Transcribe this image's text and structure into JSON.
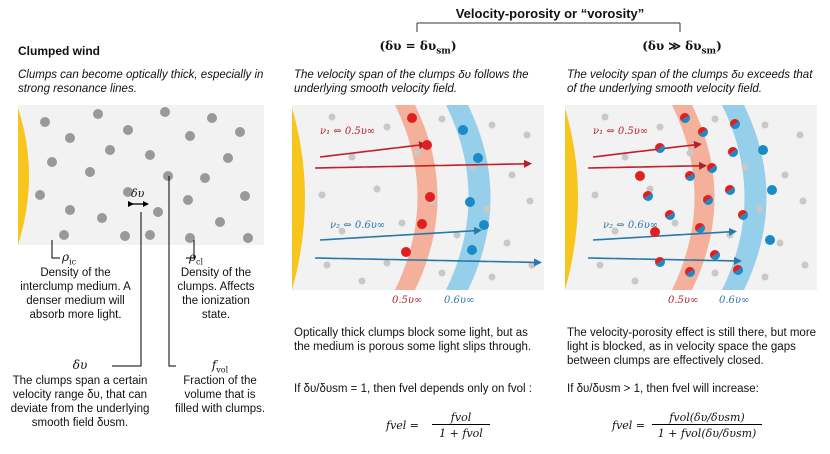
{
  "header": {
    "title": "Velocity-porosity or “vorosity”",
    "eq_left": "(δυ = δυ",
    "eq_left_sub": "sm",
    "eq_left_close": ")",
    "eq_right": "(δυ ≫ δυ",
    "eq_right_sub": "sm",
    "eq_right_close": ")"
  },
  "panel1": {
    "title": "Clumped wind",
    "subtitle": "Clumps can become optically thick, especially in strong resonance lines.",
    "dv_label": "δυ",
    "rho_ic": "ρ",
    "rho_ic_sub": "ic",
    "rho_ic_desc": "Density of the interclump medium. A denser medium will absorb more light.",
    "rho_cl": "ρ",
    "rho_cl_sub": "cl",
    "rho_cl_desc": "Density of the clumps. Affects the ionization state.",
    "dv_sym": "δυ",
    "dv_desc": "The clumps span a certain velocity range δυ, that can deviate from the underlying smooth field δυsm.",
    "fvol_sym": "f",
    "fvol_sub": "vol",
    "fvol_desc": "Fraction of the volume that is filled with clumps."
  },
  "panel2": {
    "subtitle": "The velocity span of the clumps δυ follows the underlying smooth velocity field.",
    "nu1": "ν₁ ⇔ 0.5υ∞",
    "nu2": "ν₂ ⇔ 0.6υ∞",
    "v05": "0.5υ∞",
    "v06": "0.6υ∞",
    "desc": "Optically thick clumps block some light, but as the medium is porous some light slips through.",
    "cond": "If δυ/δυsm = 1, then fvel depends only on fvol :",
    "formula_lhs": "fvel =",
    "formula_num": "fvol",
    "formula_den": "1 + fvol"
  },
  "panel3": {
    "subtitle": "The velocity span of the clumps δυ exceeds that of the underlying smooth velocity field.",
    "nu1": "ν₁ ⇔ 0.5υ∞",
    "nu2": "ν₂ ⇔ 0.6υ∞",
    "v05": "0.5υ∞",
    "v06": "0.6υ∞",
    "desc": "The velocity-porosity effect is still there, but more light is blocked, as in velocity space the gaps between clumps are effectively closed.",
    "cond": "If δυ/δυsm > 1, then fvel will increase:",
    "formula_lhs": "fvel =",
    "formula_num": "fvol(δυ/δυsm)",
    "formula_den": "1 + fvol(δυ/δυsm)"
  },
  "colors": {
    "star": "#f8c51c",
    "panel_bg": "#f2f2f2",
    "red": "#c0202a",
    "blue": "#2a78a8",
    "red_band": "#f4a890",
    "blue_band": "#8ccbe8",
    "clump": "#9a9a9a"
  }
}
